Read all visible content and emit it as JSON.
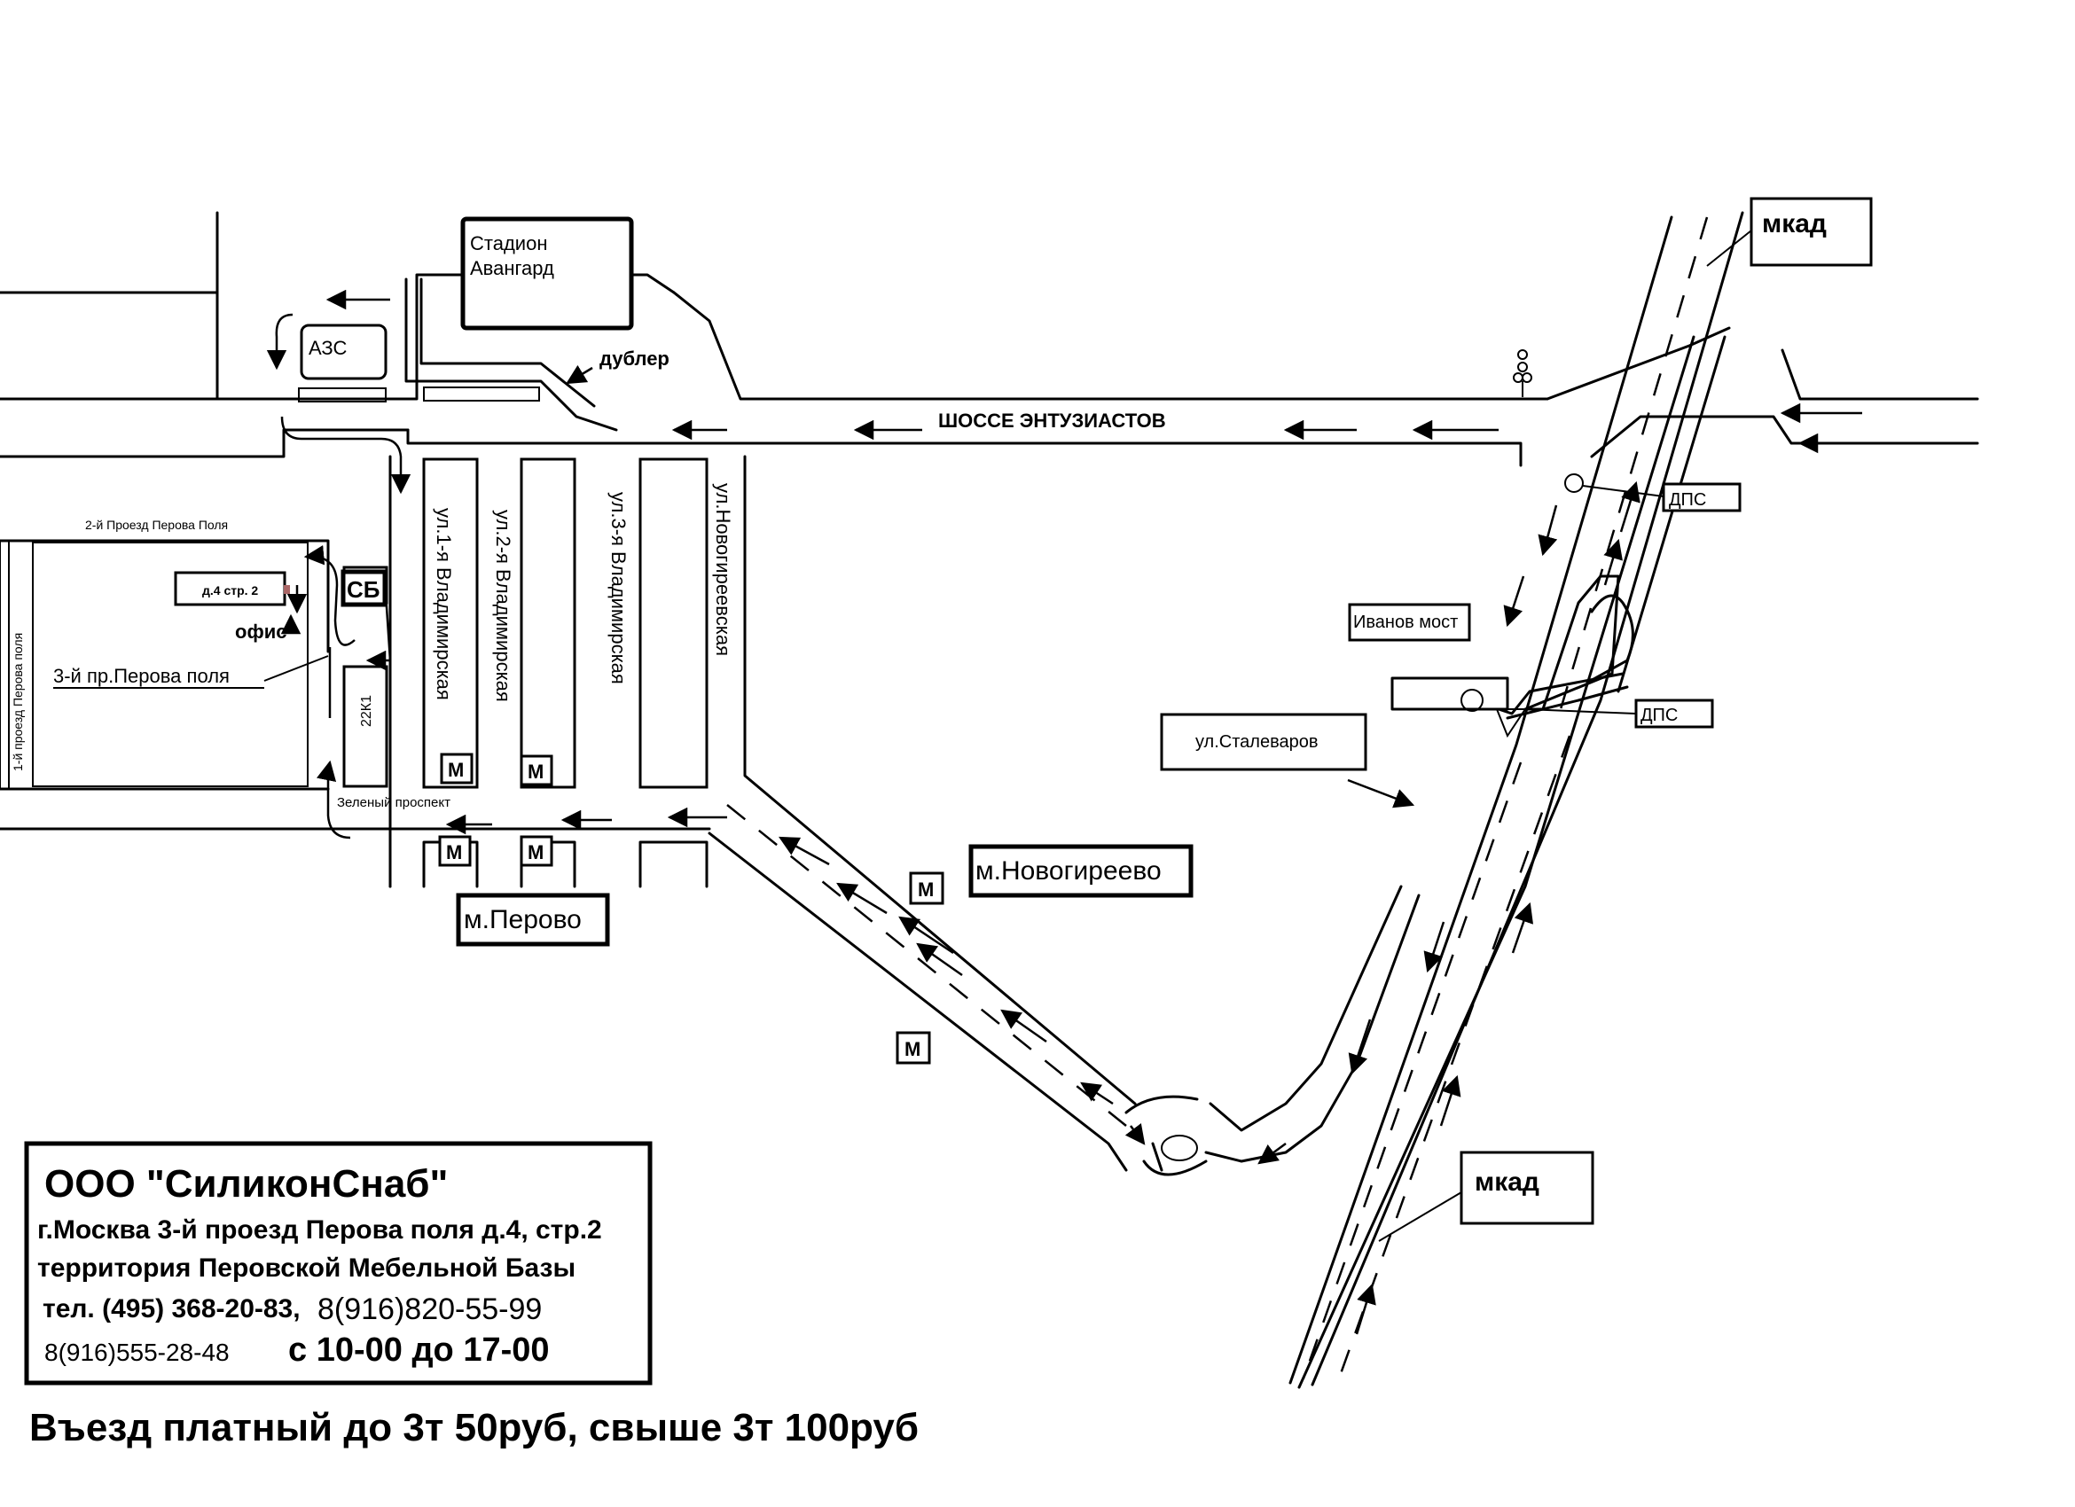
{
  "map": {
    "labels": {
      "stadium_line1": "Стадион",
      "stadium_line2": "Авангард",
      "azs": "АЗС",
      "dubler": "дублер",
      "highway": "ШОССЕ ЭНТУЗИАСТОВ",
      "mkad_top": "мкад",
      "mkad_bottom": "мкад",
      "dps_top": "ДПС",
      "dps_mid": "ДПС",
      "ivanov_most": "Иванов мост",
      "stalevarov": "ул.Сталеваров",
      "proezd2": "2-й Проезд Перова Поля",
      "proezd1": "1-й проезд Перова поля",
      "building": "д.4 стр. 2",
      "office": "офис",
      "proezd3": "3-й пр.Перова поля",
      "sb": "СБ",
      "b22k1": "22К1",
      "vlad1": "ул.1-я Владимирская",
      "vlad2": "ул.2-я Владимирская",
      "vlad3": "ул.3-я Владимирская",
      "novogireevskaya": "ул.Новогиреевская",
      "zeleny": "Зеленый проспект",
      "metro": "М",
      "m_perovo": "м.Перово",
      "m_novogireevo": "м.Новогиреево"
    }
  },
  "info": {
    "company": "ООО \"СиликонСнаб\"",
    "address": "г.Москва 3-й проезд Перова поля д.4, стр.2",
    "territory": "территория Перовской Мебельной Базы",
    "phone1_prefix": "тел. (495) 368-20-83,",
    "phone2": "8(916)820-55-99",
    "phone3": "8(916)555-28-48",
    "hours": "с 10-00 до 17-00"
  },
  "footer": {
    "entry_fee": "Въезд платный до 3т 50руб, свыше 3т 100руб"
  }
}
